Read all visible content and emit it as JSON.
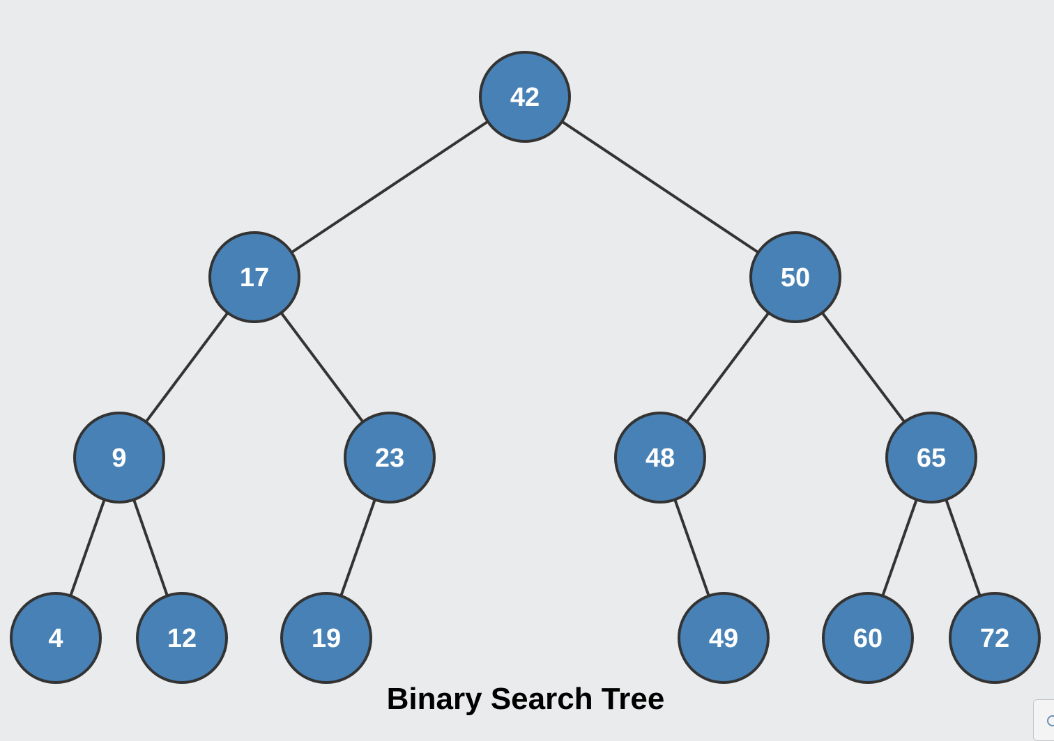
{
  "diagram": {
    "title": "Binary Search Tree",
    "colors": {
      "node_fill": "#4881b5",
      "node_stroke": "#333333",
      "edge": "#333333",
      "label": "#ffffff",
      "background": "#eaebed"
    },
    "nodes": [
      {
        "id": "n42",
        "label": "42"
      },
      {
        "id": "n17",
        "label": "17"
      },
      {
        "id": "n50",
        "label": "50"
      },
      {
        "id": "n9",
        "label": "9"
      },
      {
        "id": "n23",
        "label": "23"
      },
      {
        "id": "n48",
        "label": "48"
      },
      {
        "id": "n65",
        "label": "65"
      },
      {
        "id": "n4",
        "label": "4"
      },
      {
        "id": "n12",
        "label": "12"
      },
      {
        "id": "n19",
        "label": "19"
      },
      {
        "id": "n49",
        "label": "49"
      },
      {
        "id": "n60",
        "label": "60"
      },
      {
        "id": "n72",
        "label": "72"
      }
    ],
    "edges": [
      {
        "from": "n42",
        "to": "n17"
      },
      {
        "from": "n42",
        "to": "n50"
      },
      {
        "from": "n17",
        "to": "n9"
      },
      {
        "from": "n17",
        "to": "n23"
      },
      {
        "from": "n50",
        "to": "n48"
      },
      {
        "from": "n50",
        "to": "n65"
      },
      {
        "from": "n9",
        "to": "n4"
      },
      {
        "from": "n9",
        "to": "n12"
      },
      {
        "from": "n23",
        "to": "n19"
      },
      {
        "from": "n48",
        "to": "n49"
      },
      {
        "from": "n65",
        "to": "n60"
      },
      {
        "from": "n65",
        "to": "n72"
      }
    ]
  }
}
